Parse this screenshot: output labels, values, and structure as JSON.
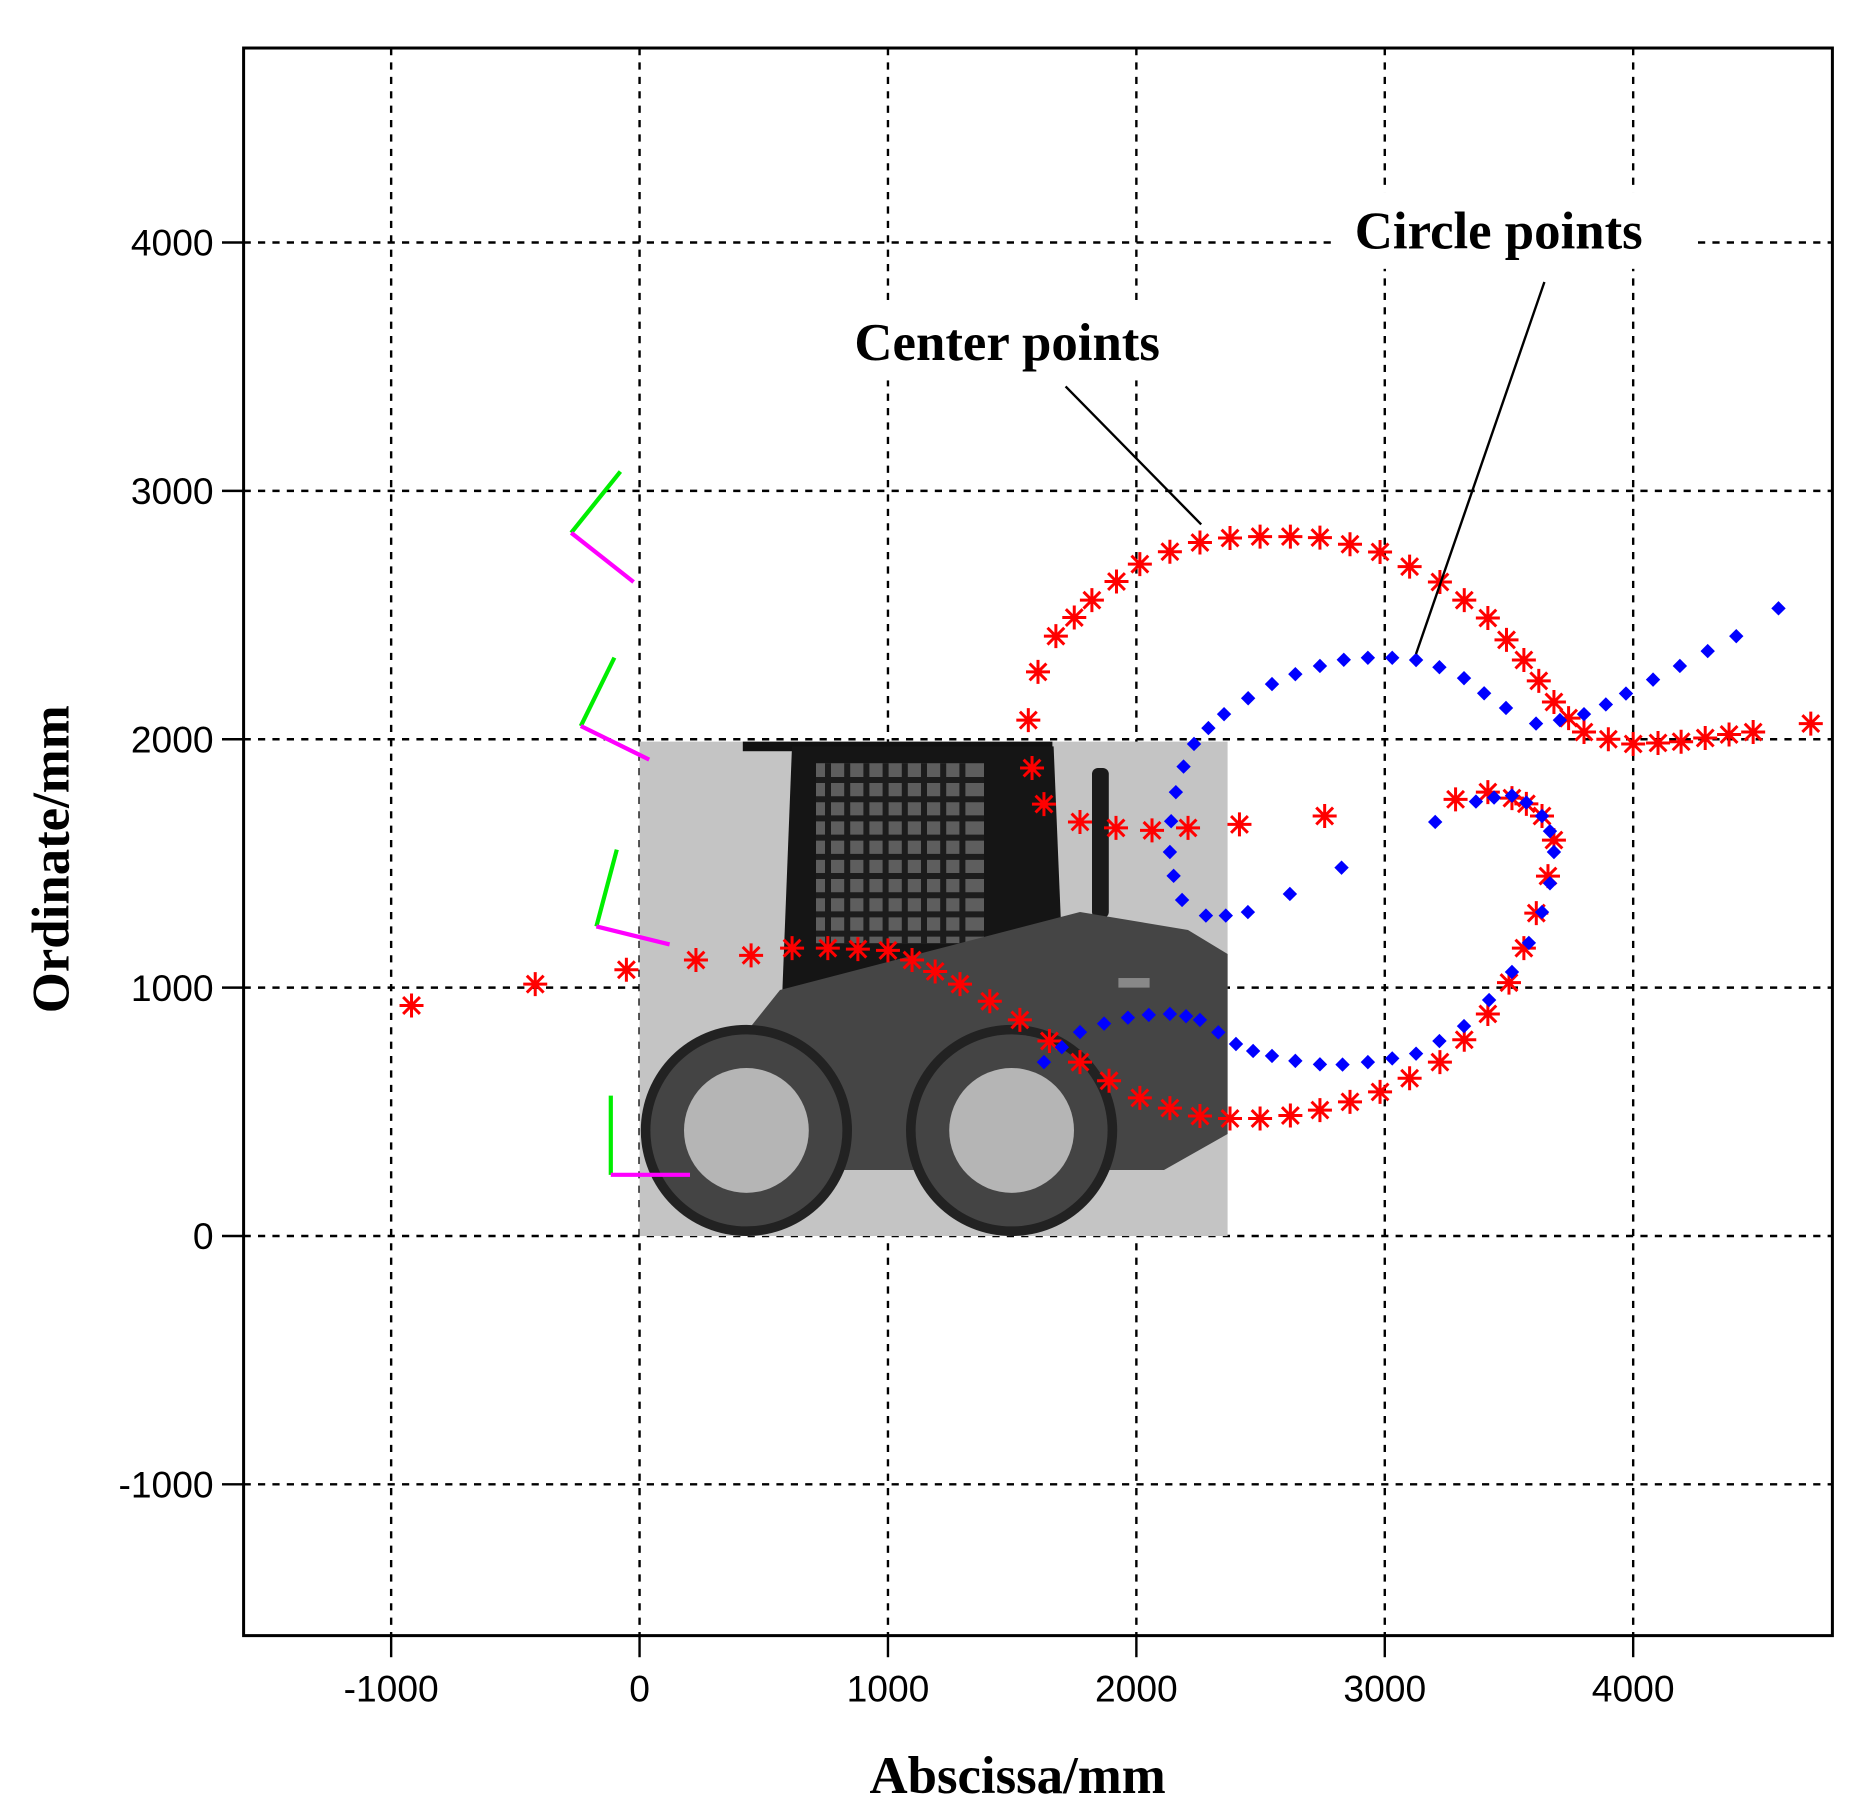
{
  "chart_data": {
    "type": "scatter",
    "title": "",
    "xlabel": "Abscissa/mm",
    "ylabel": "Ordinate/mm",
    "xlim": [
      -1594,
      4802
    ],
    "ylim": [
      -1609,
      4783
    ],
    "xticks": [
      -1000,
      0,
      1000,
      2000,
      3000,
      4000
    ],
    "yticks": [
      -1000,
      0,
      1000,
      2000,
      3000,
      4000
    ],
    "xtick_labels": [
      "-1000",
      "0",
      "1000",
      "2000",
      "3000",
      "4000"
    ],
    "ytick_labels": [
      "-1000",
      "0",
      "1000",
      "2000",
      "3000",
      "4000"
    ],
    "grid": true,
    "annotations": [
      {
        "text": "Center points",
        "series": "Center points"
      },
      {
        "text": "Circle points",
        "series": "Circle points"
      }
    ],
    "series": [
      {
        "name": "Center points",
        "marker": "asterisk",
        "color": "#ff0000",
        "points": [
          [
            -918,
            928
          ],
          [
            -420,
            1014
          ],
          [
            -53,
            1072
          ],
          [
            227,
            1111
          ],
          [
            449,
            1130
          ],
          [
            614,
            1159
          ],
          [
            758,
            1159
          ],
          [
            879,
            1155
          ],
          [
            1000,
            1150
          ],
          [
            1097,
            1111
          ],
          [
            1190,
            1065
          ],
          [
            1290,
            1014
          ],
          [
            1410,
            945
          ],
          [
            1531,
            870
          ],
          [
            1650,
            785
          ],
          [
            1773,
            700
          ],
          [
            1890,
            625
          ],
          [
            2014,
            556
          ],
          [
            2135,
            515
          ],
          [
            2256,
            483
          ],
          [
            2377,
            473
          ],
          [
            2498,
            473
          ],
          [
            2620,
            485
          ],
          [
            2739,
            507
          ],
          [
            2860,
            540
          ],
          [
            2981,
            580
          ],
          [
            3100,
            635
          ],
          [
            3222,
            700
          ],
          [
            3320,
            790
          ],
          [
            3415,
            894
          ],
          [
            3500,
            1020
          ],
          [
            3560,
            1159
          ],
          [
            3610,
            1300
          ],
          [
            3657,
            1449
          ],
          [
            3681,
            1594
          ],
          [
            3633,
            1691
          ],
          [
            3570,
            1740
          ],
          [
            3512,
            1763
          ],
          [
            3415,
            1787
          ],
          [
            3285,
            1758
          ],
          [
            2758,
            1691
          ],
          [
            2415,
            1657
          ],
          [
            2208,
            1643
          ],
          [
            2063,
            1633
          ],
          [
            1918,
            1643
          ],
          [
            1773,
            1667
          ],
          [
            1628,
            1739
          ],
          [
            1580,
            1884
          ],
          [
            1565,
            2077
          ],
          [
            1604,
            2271
          ],
          [
            1676,
            2415
          ],
          [
            1750,
            2490
          ],
          [
            1821,
            2560
          ],
          [
            1920,
            2635
          ],
          [
            2014,
            2705
          ],
          [
            2135,
            2755
          ],
          [
            2256,
            2792
          ],
          [
            2377,
            2810
          ],
          [
            2498,
            2816
          ],
          [
            2620,
            2816
          ],
          [
            2739,
            2812
          ],
          [
            2860,
            2785
          ],
          [
            2981,
            2754
          ],
          [
            3100,
            2695
          ],
          [
            3222,
            2633
          ],
          [
            3320,
            2560
          ],
          [
            3415,
            2488
          ],
          [
            3490,
            2400
          ],
          [
            3560,
            2319
          ],
          [
            3620,
            2235
          ],
          [
            3681,
            2150
          ],
          [
            3740,
            2085
          ],
          [
            3802,
            2029
          ],
          [
            3900,
            2000
          ],
          [
            4000,
            1981
          ],
          [
            4100,
            1985
          ],
          [
            4193,
            1990
          ],
          [
            4290,
            2005
          ],
          [
            4386,
            2019
          ],
          [
            4483,
            2029
          ],
          [
            4715,
            2063
          ]
        ]
      },
      {
        "name": "Circle points",
        "marker": "diamond",
        "color": "#0000ff",
        "points": [
          [
            1628,
            700
          ],
          [
            1700,
            760
          ],
          [
            1773,
            821
          ],
          [
            1870,
            855
          ],
          [
            1966,
            879
          ],
          [
            2050,
            890
          ],
          [
            2135,
            894
          ],
          [
            2200,
            885
          ],
          [
            2256,
            870
          ],
          [
            2330,
            820
          ],
          [
            2401,
            773
          ],
          [
            2470,
            745
          ],
          [
            2546,
            725
          ],
          [
            2640,
            705
          ],
          [
            2739,
            691
          ],
          [
            2830,
            690
          ],
          [
            2932,
            700
          ],
          [
            3030,
            715
          ],
          [
            3126,
            734
          ],
          [
            3220,
            785
          ],
          [
            3319,
            845
          ],
          [
            3420,
            950
          ],
          [
            3512,
            1063
          ],
          [
            3580,
            1180
          ],
          [
            3633,
            1304
          ],
          [
            3665,
            1420
          ],
          [
            3681,
            1546
          ],
          [
            3665,
            1630
          ],
          [
            3633,
            1691
          ],
          [
            3570,
            1745
          ],
          [
            3512,
            1773
          ],
          [
            3440,
            1765
          ],
          [
            3367,
            1749
          ],
          [
            3203,
            1667
          ],
          [
            2826,
            1483
          ],
          [
            2618,
            1377
          ],
          [
            2449,
            1304
          ],
          [
            2360,
            1290
          ],
          [
            2280,
            1290
          ],
          [
            2184,
            1353
          ],
          [
            2150,
            1450
          ],
          [
            2135,
            1546
          ],
          [
            2140,
            1670
          ],
          [
            2159,
            1787
          ],
          [
            2190,
            1890
          ],
          [
            2232,
            1981
          ],
          [
            2290,
            2045
          ],
          [
            2353,
            2101
          ],
          [
            2450,
            2165
          ],
          [
            2546,
            2222
          ],
          [
            2640,
            2262
          ],
          [
            2739,
            2295
          ],
          [
            2835,
            2320
          ],
          [
            2932,
            2328
          ],
          [
            3030,
            2328
          ],
          [
            3126,
            2319
          ],
          [
            3220,
            2290
          ],
          [
            3319,
            2246
          ],
          [
            3400,
            2185
          ],
          [
            3488,
            2126
          ],
          [
            3609,
            2063
          ],
          [
            3705,
            2077
          ],
          [
            3802,
            2101
          ],
          [
            3890,
            2140
          ],
          [
            3971,
            2184
          ],
          [
            4080,
            2240
          ],
          [
            4188,
            2295
          ],
          [
            4300,
            2355
          ],
          [
            4415,
            2415
          ],
          [
            4585,
            2527
          ]
        ]
      }
    ]
  }
}
